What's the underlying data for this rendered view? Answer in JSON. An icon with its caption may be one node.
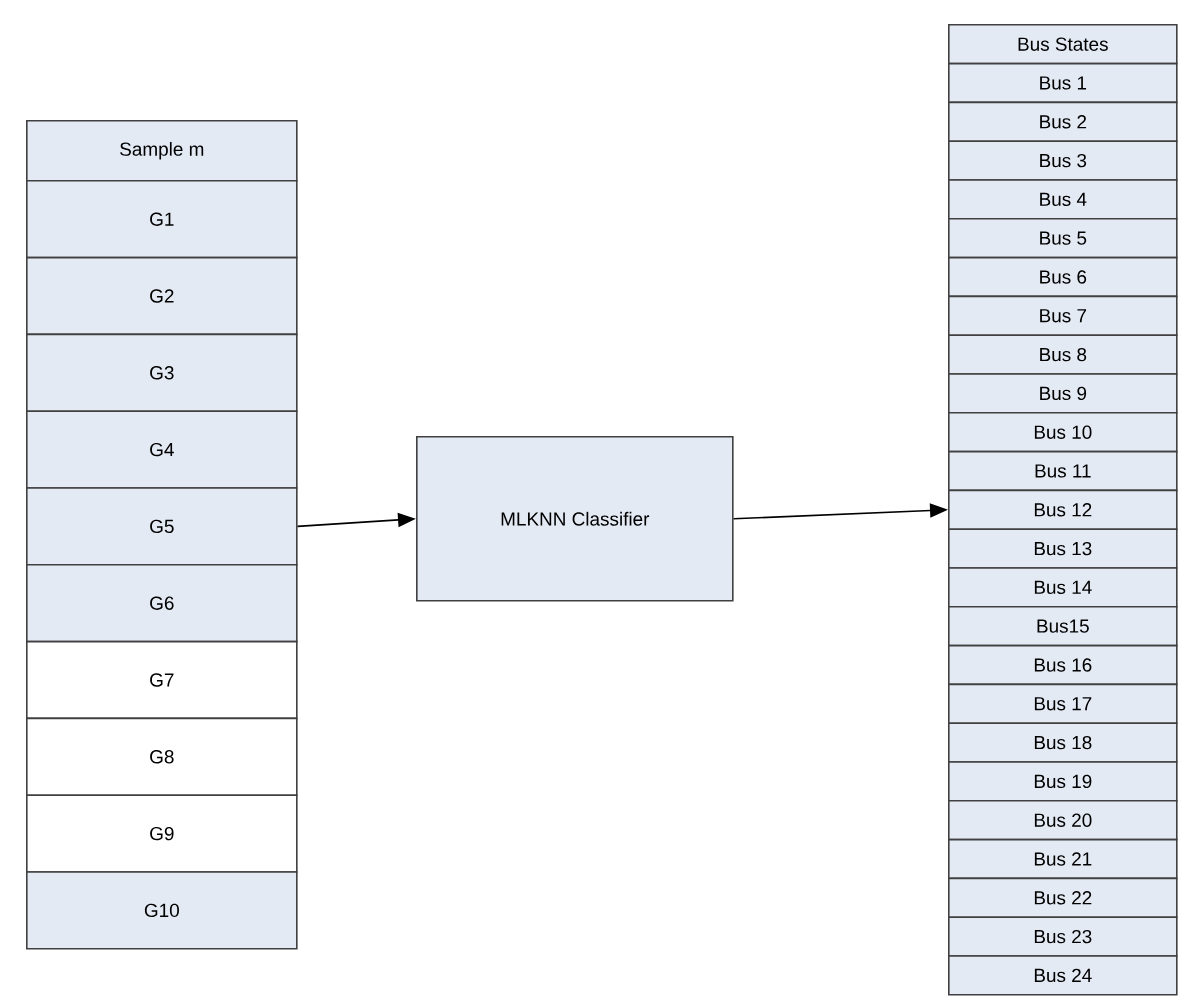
{
  "diagram": {
    "nodes": [
      {
        "text": [
          "Sample m"
        ]
      },
      {
        "text": [
          "G1"
        ]
      },
      {
        "text": [
          "G2"
        ]
      },
      {
        "text": [
          "G3"
        ]
      },
      {
        "text": [
          "G4"
        ]
      },
      {
        "text": [
          "G5"
        ]
      },
      {
        "text": [
          "G6"
        ]
      },
      {
        "text": [
          "G7"
        ]
      },
      {
        "text": [
          "G8"
        ]
      },
      {
        "text": [
          "G9"
        ]
      },
      {
        "text": [
          "G10"
        ]
      },
      {
        "text": [
          "MLKNN Classifier"
        ]
      },
      {
        "text": [
          "Bus States"
        ]
      },
      {
        "text": [
          "Bus 1"
        ]
      },
      {
        "text": [
          "Bus 2"
        ]
      },
      {
        "text": [
          "Bus 3"
        ]
      },
      {
        "text": [
          "Bus 4"
        ]
      },
      {
        "text": [
          "Bus 5"
        ]
      },
      {
        "text": [
          "Bus 6"
        ]
      },
      {
        "text": [
          "Bus 7"
        ]
      },
      {
        "text": [
          "Bus 8"
        ]
      },
      {
        "text": [
          "Bus 9"
        ]
      },
      {
        "text": [
          "Bus 10"
        ]
      },
      {
        "text": [
          "Bus 11"
        ]
      },
      {
        "text": [
          "Bus 12"
        ]
      },
      {
        "text": [
          "Bus 13"
        ]
      },
      {
        "text": [
          "Bus 14"
        ]
      },
      {
        "text": [
          "Bus15"
        ]
      },
      {
        "text": [
          "Bus 16"
        ]
      },
      {
        "text": [
          "Bus 17"
        ]
      },
      {
        "text": [
          "Bus 18"
        ]
      },
      {
        "text": [
          "Bus 19"
        ]
      },
      {
        "text": [
          "Bus 20"
        ]
      },
      {
        "text": [
          "Bus 21"
        ]
      },
      {
        "text": [
          "Bus 22"
        ]
      },
      {
        "text": [
          "Bus 23"
        ]
      },
      {
        "text": [
          "Bus 24"
        ]
      }
    ],
    "edges": [
      {
        "from": 5,
        "to": 11,
        "arrow": "to"
      },
      {
        "from": 11,
        "to": 24,
        "arrow": "to"
      }
    ]
  }
}
